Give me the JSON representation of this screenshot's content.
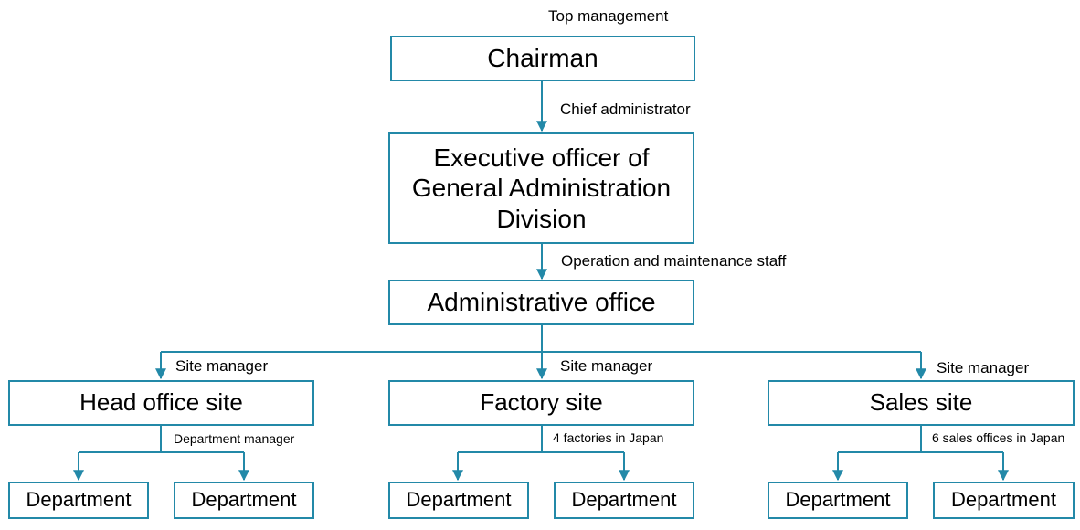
{
  "labels": {
    "top_management": "Top management",
    "chief_administrator": "Chief administrator",
    "ops_staff": "Operation and maintenance staff",
    "site_manager": "Site manager",
    "department_manager": "Department manager",
    "factories_note": "4 factories in Japan",
    "sales_note": "6 sales offices in Japan"
  },
  "boxes": {
    "chairman": "Chairman",
    "executive_lines": [
      "Executive officer of",
      "General Administration",
      "Division"
    ],
    "admin_office": "Administrative office",
    "head_office_site": "Head office site",
    "factory_site": "Factory site",
    "sales_site": "Sales site",
    "department": "Department"
  },
  "colors": {
    "line": "#2389a8",
    "border": "#2389a8"
  }
}
